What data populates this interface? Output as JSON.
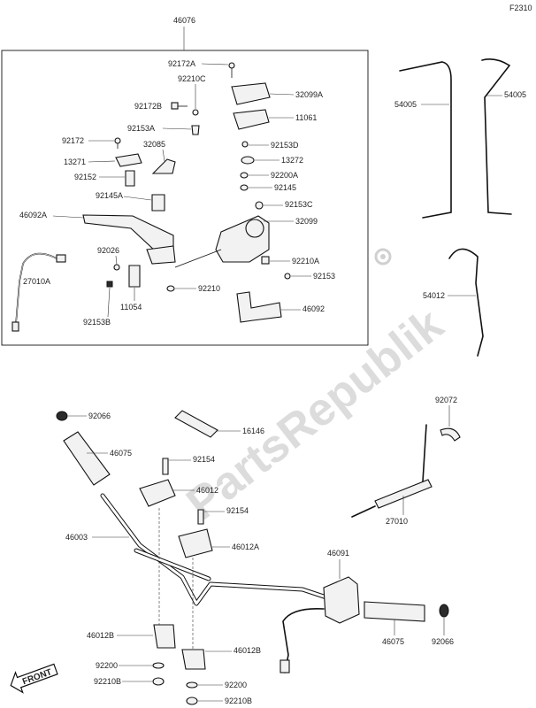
{
  "figure_code": "F2310",
  "box_label": "46076",
  "watermark": "PartsRepublik",
  "front_label": "FRONT",
  "labels": {
    "l46076": "46076",
    "l92172A": "92172A",
    "l92210C": "92210C",
    "l32099A": "32099A",
    "l92172B": "92172B",
    "l11061": "11061",
    "l92153A": "92153A",
    "l92172": "92172",
    "l32085": "32085",
    "l92153D": "92153D",
    "l13271": "13271",
    "l13272": "13272",
    "l92152": "92152",
    "l92200A": "92200A",
    "l92145A": "92145A",
    "l92145": "92145",
    "l92153C": "92153C",
    "l46092A": "46092A",
    "l32099": "32099",
    "l92026": "92026",
    "l92210A": "92210A",
    "l27010A": "27010A",
    "l92153": "92153",
    "l92210": "92210",
    "l11054": "11054",
    "l46092": "46092",
    "l92153B": "92153B",
    "l54005a": "54005",
    "l54005b": "54005",
    "l54012": "54012",
    "l92066a": "92066",
    "l46075a": "46075",
    "l16146": "16146",
    "l92072": "92072",
    "l92154a": "92154",
    "l46012": "46012",
    "l92154b": "92154",
    "l46003": "46003",
    "l46012A": "46012A",
    "l27010": "27010",
    "l46091": "46091",
    "l46012Bl": "46012B",
    "l46012Br": "46012B",
    "l46075b": "46075",
    "l92066b": "92066",
    "l92200l": "92200",
    "l92200r": "92200",
    "l92210Bl": "92210B",
    "l92210Br": "92210B"
  }
}
